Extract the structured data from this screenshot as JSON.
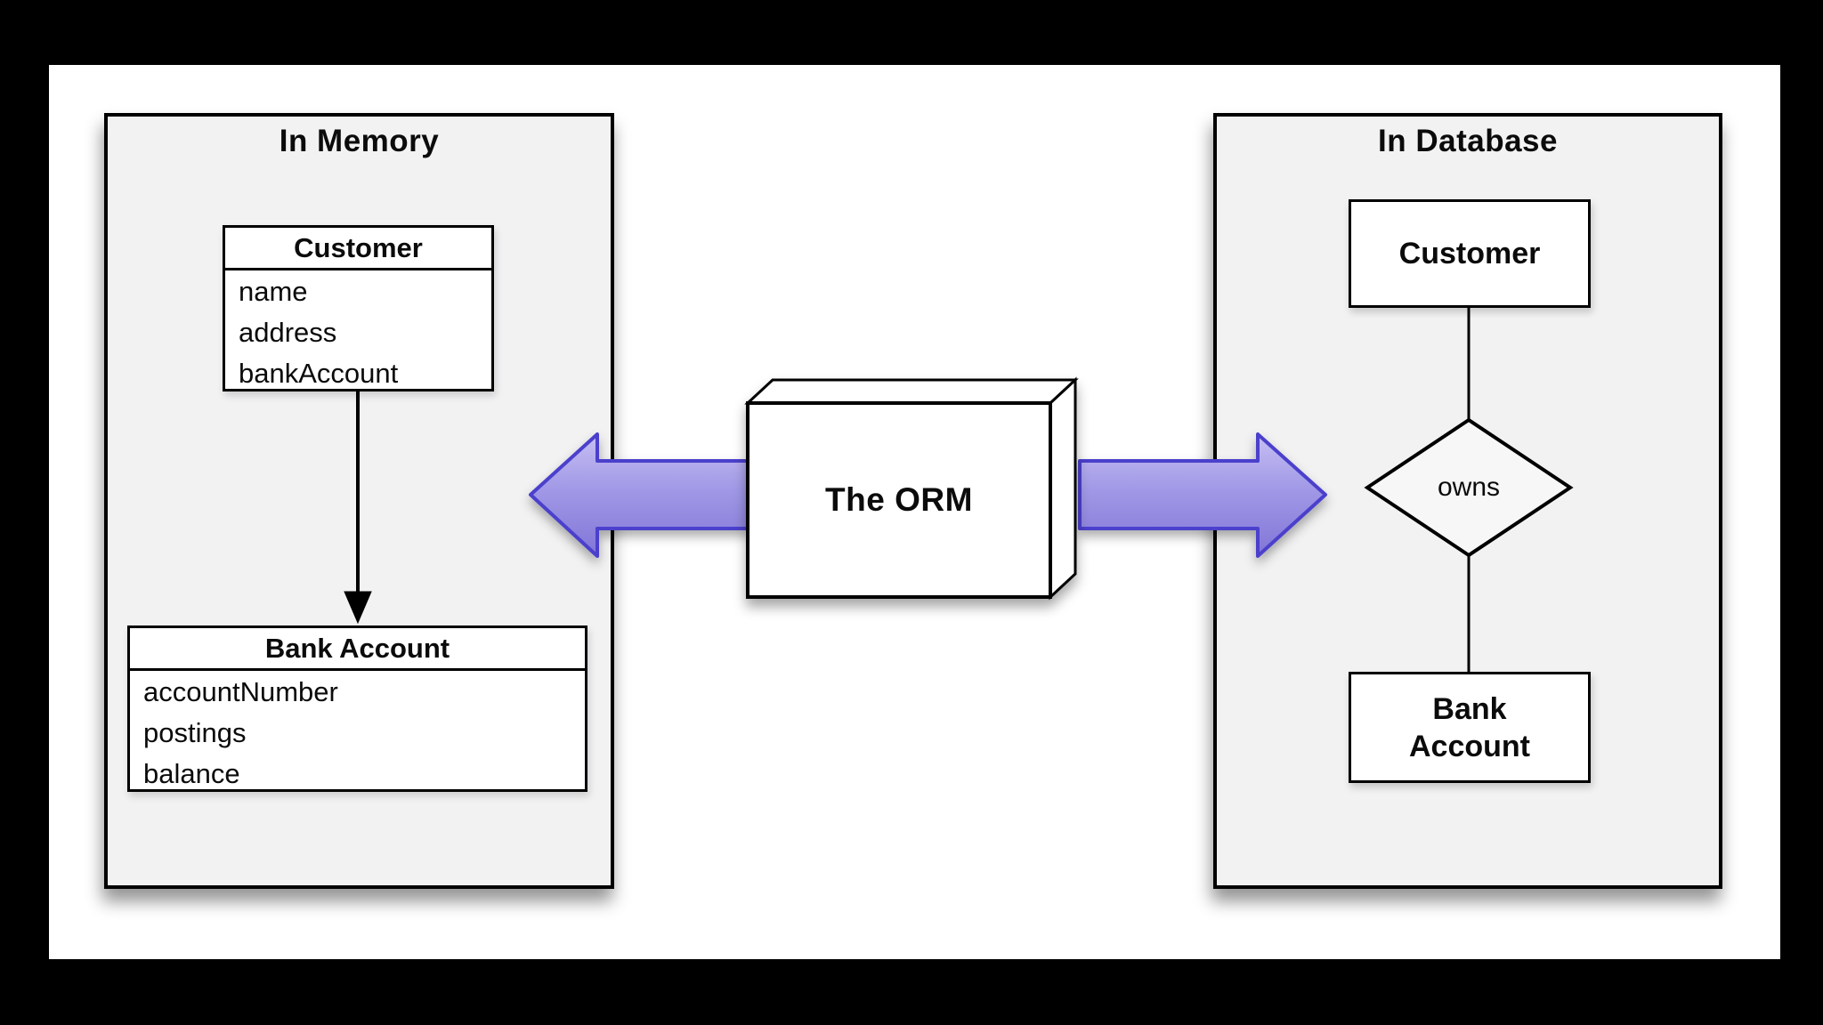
{
  "diagram": {
    "left_panel": {
      "title": "In Memory",
      "customer_class": {
        "title": "Customer",
        "fields": [
          "name",
          "address",
          "bankAccount"
        ]
      },
      "bank_account_class": {
        "title": "Bank Account",
        "fields": [
          "accountNumber",
          "postings",
          "balance"
        ]
      }
    },
    "center": {
      "orm_label": "The ORM"
    },
    "right_panel": {
      "title": "In Database",
      "customer_entity": "Customer",
      "relationship_label": "owns",
      "bank_account_entity": "Bank Account"
    },
    "colors": {
      "frame_bg": "#000000",
      "page_bg": "#ffffff",
      "panel_bg": "#f2f2f3",
      "arrow_fill_top": "#c6bff3",
      "arrow_fill_mid": "#a199e6",
      "arrow_fill_bottom": "#8175d7",
      "arrow_stroke": "#4c40cc",
      "line_color": "#000000"
    }
  }
}
